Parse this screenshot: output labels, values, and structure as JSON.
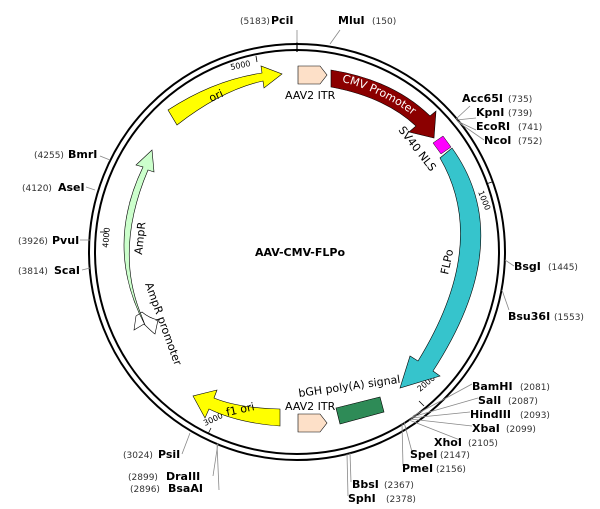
{
  "plasmid": {
    "name": "AAV-CMV-FLPo"
  },
  "ticks": [
    {
      "label": "1000"
    },
    {
      "label": "2000"
    },
    {
      "label": "3000"
    },
    {
      "label": "4000"
    },
    {
      "label": "5000"
    }
  ],
  "features": [
    {
      "name": "AAV2 ITR",
      "color": "#fde0c8",
      "direction": "forward"
    },
    {
      "name": "CMV Promoter",
      "color": "#8b0000",
      "direction": "forward"
    },
    {
      "name": "SV40 NLS",
      "color": "#ff00ff",
      "direction": "forward"
    },
    {
      "name": "FLPo",
      "color": "#36c4cc",
      "direction": "forward"
    },
    {
      "name": "bGH poly(A) signal",
      "color": "#2e8b57",
      "direction": "none"
    },
    {
      "name": "AAV2 ITR",
      "color": "#fde0c8",
      "direction": "forward"
    },
    {
      "name": "f1 ori",
      "color": "#ffff00",
      "direction": "reverse"
    },
    {
      "name": "AmpR promoter",
      "color": "#ffffff",
      "direction": "reverse"
    },
    {
      "name": "AmpR",
      "color": "#ccffcc",
      "direction": "reverse"
    },
    {
      "name": "ori",
      "color": "#ffff00",
      "direction": "forward"
    }
  ],
  "sites": [
    {
      "enzyme": "PciI",
      "position": "(5183)"
    },
    {
      "enzyme": "MluI",
      "position": "(150)"
    },
    {
      "enzyme": "Acc65I",
      "position": "(735)"
    },
    {
      "enzyme": "KpnI",
      "position": "(739)"
    },
    {
      "enzyme": "EcoRI",
      "position": "(741)"
    },
    {
      "enzyme": "NcoI",
      "position": "(752)"
    },
    {
      "enzyme": "BsgI",
      "position": "(1445)"
    },
    {
      "enzyme": "Bsu36I",
      "position": "(1553)"
    },
    {
      "enzyme": "BamHI",
      "position": "(2081)"
    },
    {
      "enzyme": "SalI",
      "position": "(2087)"
    },
    {
      "enzyme": "HindIII",
      "position": "(2093)"
    },
    {
      "enzyme": "XbaI",
      "position": "(2099)"
    },
    {
      "enzyme": "XhoI",
      "position": "(2105)"
    },
    {
      "enzyme": "SpeI",
      "position": "(2147)"
    },
    {
      "enzyme": "PmeI",
      "position": "(2156)"
    },
    {
      "enzyme": "BbsI",
      "position": "(2367)"
    },
    {
      "enzyme": "SphI",
      "position": "(2378)"
    },
    {
      "enzyme": "BsaAI",
      "position": "(2896)"
    },
    {
      "enzyme": "DraIII",
      "position": "(2899)"
    },
    {
      "enzyme": "PsiI",
      "position": "(3024)"
    },
    {
      "enzyme": "ScaI",
      "position": "(3814)"
    },
    {
      "enzyme": "PvuI",
      "position": "(3926)"
    },
    {
      "enzyme": "AseI",
      "position": "(4120)"
    },
    {
      "enzyme": "BmrI",
      "position": "(4255)"
    }
  ]
}
